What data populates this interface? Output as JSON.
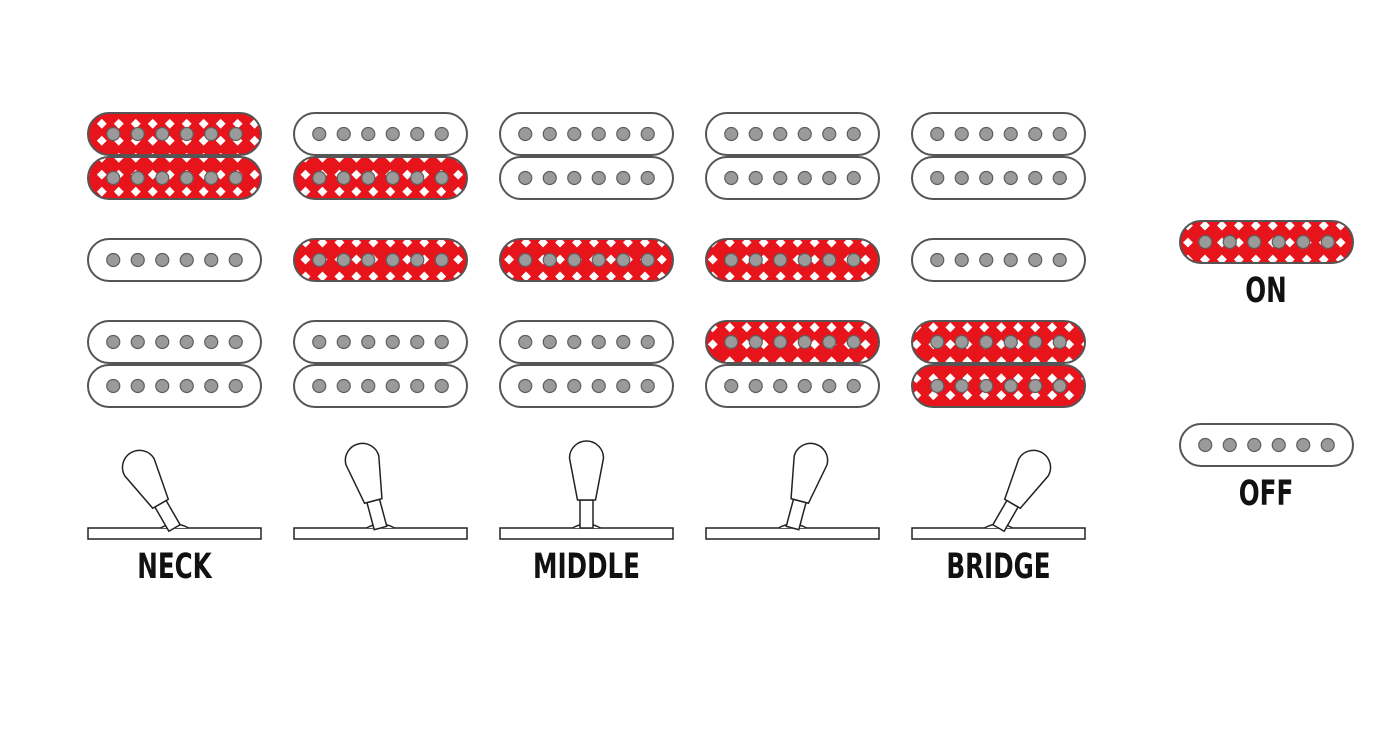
{
  "diagram": {
    "switch_labels": [
      "NECK",
      "",
      "MIDDLE",
      "",
      "BRIDGE"
    ],
    "positions": [
      {
        "neck_top": true,
        "neck_bottom": true,
        "middle": false,
        "bridge_top": false,
        "bridge_bottom": false
      },
      {
        "neck_top": false,
        "neck_bottom": true,
        "middle": true,
        "bridge_top": false,
        "bridge_bottom": false
      },
      {
        "neck_top": false,
        "neck_bottom": false,
        "middle": true,
        "bridge_top": false,
        "bridge_bottom": false
      },
      {
        "neck_top": false,
        "neck_bottom": false,
        "middle": true,
        "bridge_top": true,
        "bridge_bottom": false
      },
      {
        "neck_top": false,
        "neck_bottom": false,
        "middle": false,
        "bridge_top": true,
        "bridge_bottom": true
      }
    ],
    "pole_count": 6,
    "lever_angles_deg": [
      -30,
      -15,
      0,
      15,
      30
    ]
  },
  "legend": {
    "on_label": "ON",
    "off_label": "OFF"
  },
  "colors": {
    "on_fill": "#e8141c",
    "pole": "#9a9a9a",
    "outline": "#555555",
    "text": "#111111"
  }
}
